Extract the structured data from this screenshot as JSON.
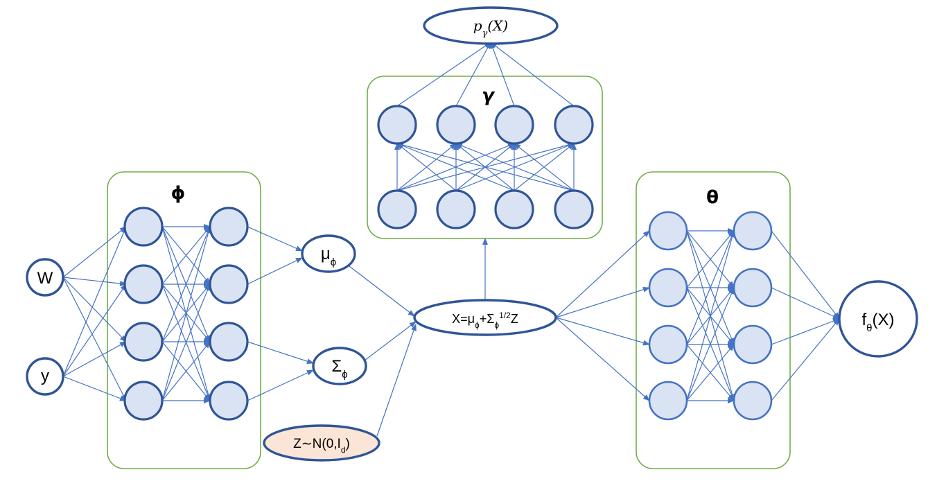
{
  "panels": {
    "phi": {
      "title": "ϕ"
    },
    "gamma": {
      "title": "γ"
    },
    "theta": {
      "title": "θ"
    }
  },
  "inputs": {
    "w": "W",
    "y": "y"
  },
  "mu": {
    "base": "μ",
    "sub": "ϕ"
  },
  "sigma": {
    "base": "Σ",
    "sub": "ϕ"
  },
  "noise": {
    "prefix": "Z∼N(0,I",
    "sub": "d",
    "suffix": ")"
  },
  "sample": {
    "a": "X=μ",
    "sub1": "ϕ",
    "b": "+Σ",
    "sub2": "ϕ",
    "sup": "1/2",
    "c": "Z"
  },
  "density": {
    "base": "p",
    "sub": "γ",
    "rest": "(X)"
  },
  "output": {
    "base": "f",
    "sub": "θ",
    "rest": "(X)"
  },
  "colors": {
    "edge": "#4472c4",
    "neuron_fill": "#dae3f3",
    "neuron_stroke": "#2f5597",
    "panel_border": "#70ad47",
    "noise_fill": "#fbe5d6"
  }
}
